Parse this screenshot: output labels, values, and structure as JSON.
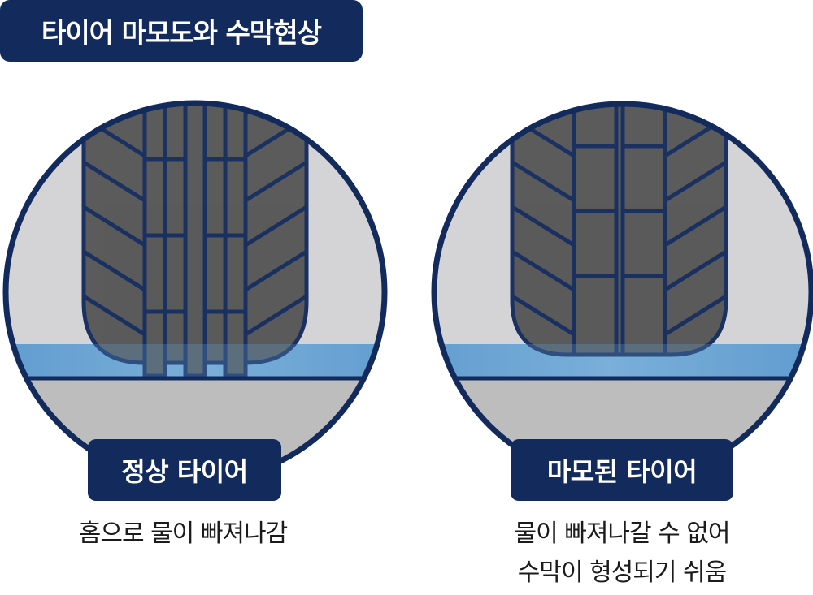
{
  "title": "타이어 마모도와 수막현상",
  "colors": {
    "navy": "#132a5c",
    "road": "#bdbdbd",
    "water": "#6aa3cf",
    "tire": "#565656",
    "sky": "#d4d4d7"
  },
  "panels": [
    {
      "label": "정상 타이어",
      "caption_lines": [
        "홈으로 물이 빠져나감"
      ]
    },
    {
      "label": "마모된 타이어",
      "caption_lines": [
        "물이 빠져나갈 수 없어",
        "수막이 형성되기 쉬움"
      ]
    }
  ]
}
